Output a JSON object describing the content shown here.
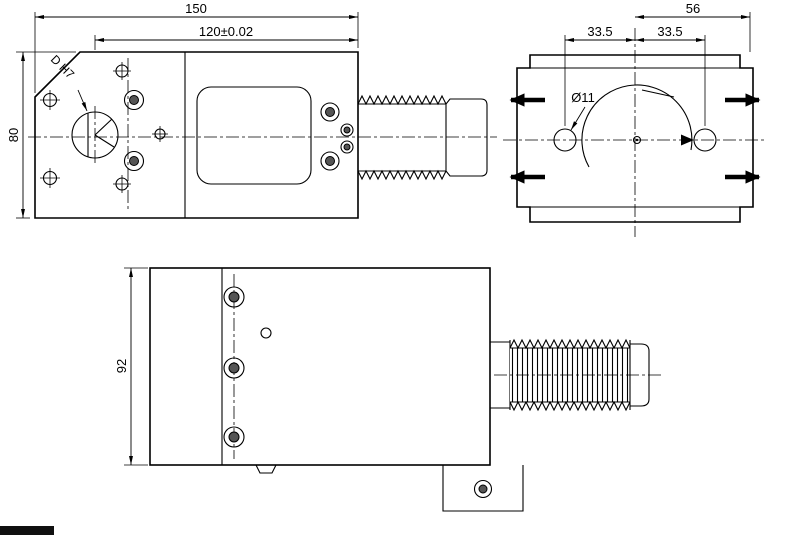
{
  "drawing": {
    "front_view": {
      "dim_overall_width": "150",
      "dim_center_width": "120±0.02",
      "dim_height": "80",
      "bore_label": "D H7"
    },
    "top_view": {
      "dim_right_width": "56",
      "dim_left_half": "33.5",
      "dim_right_half": "33.5",
      "hole_diameter_label": "Ø11"
    },
    "side_view": {
      "dim_height": "92"
    }
  }
}
